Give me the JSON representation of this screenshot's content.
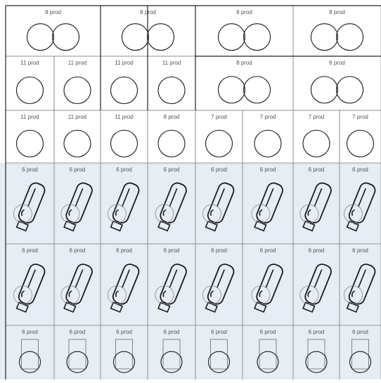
{
  "colors": {
    "shaded_band": "#e6edf4",
    "outline": "#1a1a1a",
    "grid_line": "#8a8a8a",
    "label_text": "#555555"
  },
  "rows": [
    {
      "id": "row-1",
      "shaded": false,
      "cells": [
        {
          "label": "8 prod",
          "icon": "two-circles-icon"
        },
        {
          "label": "8 prod",
          "icon": "two-circles-icon"
        },
        {
          "label": "8 prod",
          "icon": "two-circles-icon"
        },
        {
          "label": "8 prod",
          "icon": "two-circles-icon"
        }
      ]
    },
    {
      "id": "row-2",
      "shaded": false,
      "cells": [
        {
          "label": "11 prod",
          "icon": "circle-icon"
        },
        {
          "label": "11 prod",
          "icon": "circle-icon"
        },
        {
          "label": "11 prod",
          "icon": "circle-icon"
        },
        {
          "label": "11 prod",
          "icon": "circle-icon"
        },
        {
          "label": "8 prod",
          "icon": "two-circles-icon"
        },
        {
          "label": "8 prod",
          "icon": "two-circles-icon"
        }
      ]
    },
    {
      "id": "row-3",
      "shaded": false,
      "cells": [
        {
          "label": "11 prod",
          "icon": "circle-icon"
        },
        {
          "label": "11 prod",
          "icon": "circle-icon"
        },
        {
          "label": "11 prod",
          "icon": "circle-icon"
        },
        {
          "label": "8 prod",
          "icon": "circle-icon"
        },
        {
          "label": "7 prod",
          "icon": "circle-icon"
        },
        {
          "label": "7 prod",
          "icon": "circle-icon"
        },
        {
          "label": "7 prod",
          "icon": "circle-icon"
        },
        {
          "label": "7 prod",
          "icon": "circle-icon"
        }
      ]
    },
    {
      "id": "row-4",
      "shaded": true,
      "cells": [
        {
          "label": "6 prod",
          "icon": "bottle-icon"
        },
        {
          "label": "6 prod",
          "icon": "bottle-icon"
        },
        {
          "label": "6 prod",
          "icon": "bottle-icon"
        },
        {
          "label": "6 prod",
          "icon": "bottle-icon"
        },
        {
          "label": "6 prod",
          "icon": "bottle-icon"
        },
        {
          "label": "6 prod",
          "icon": "bottle-icon"
        },
        {
          "label": "6 prod",
          "icon": "bottle-icon"
        },
        {
          "label": "6 prod",
          "icon": "bottle-icon"
        }
      ]
    },
    {
      "id": "row-5",
      "shaded": true,
      "cells": [
        {
          "label": "6 prod",
          "icon": "bottle-icon"
        },
        {
          "label": "6 prod",
          "icon": "bottle-icon"
        },
        {
          "label": "6 prod",
          "icon": "bottle-icon"
        },
        {
          "label": "6 prod",
          "icon": "bottle-icon"
        },
        {
          "label": "6 prod",
          "icon": "bottle-icon"
        },
        {
          "label": "6 prod",
          "icon": "bottle-icon"
        },
        {
          "label": "6 prod",
          "icon": "bottle-icon"
        },
        {
          "label": "6 prod",
          "icon": "bottle-icon"
        }
      ]
    },
    {
      "id": "row-6",
      "shaded": true,
      "cells": [
        {
          "label": "6 prod",
          "icon": "jar-icon"
        },
        {
          "label": "6 prod",
          "icon": "jar-icon"
        },
        {
          "label": "6 prod",
          "icon": "jar-icon"
        },
        {
          "label": "6 prod",
          "icon": "jar-icon"
        },
        {
          "label": "6 prod",
          "icon": "jar-icon"
        },
        {
          "label": "6 prod",
          "icon": "jar-icon"
        },
        {
          "label": "6 prod",
          "icon": "jar-icon"
        },
        {
          "label": "6 prod",
          "icon": "jar-icon"
        }
      ]
    }
  ]
}
